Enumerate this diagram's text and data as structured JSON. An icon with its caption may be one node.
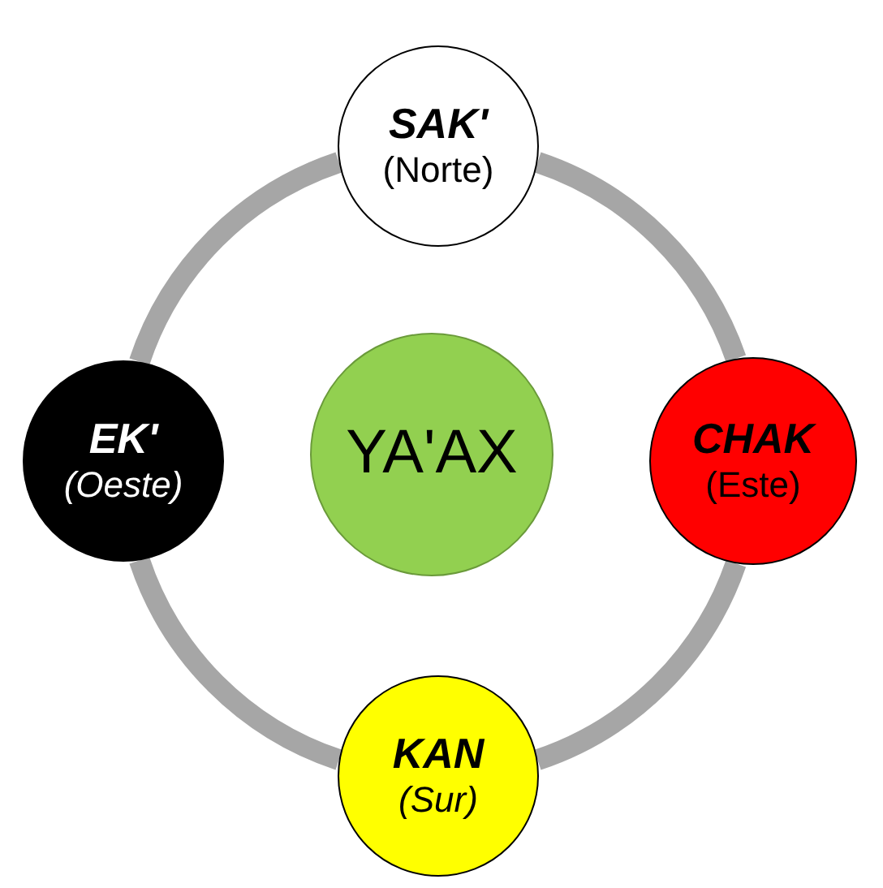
{
  "diagram": {
    "nodes": [
      {
        "text": [
          "SAK'",
          "(Norte)"
        ]
      },
      {
        "text": [
          "EK'",
          "*(Oeste)*"
        ]
      },
      {
        "text": [
          "YA'AX"
        ]
      },
      {
        "text": [
          "CHAK",
          "(Este)"
        ]
      },
      {
        "text": [
          "KAN",
          "*(Sur)*"
        ]
      }
    ],
    "edges": [
      {
        "from": 0,
        "to": 3,
        "arrow": "none"
      },
      {
        "from": 3,
        "to": 4,
        "arrow": "none"
      },
      {
        "from": 4,
        "to": 1,
        "arrow": "none"
      },
      {
        "from": 1,
        "to": 0,
        "arrow": "none"
      }
    ]
  }
}
